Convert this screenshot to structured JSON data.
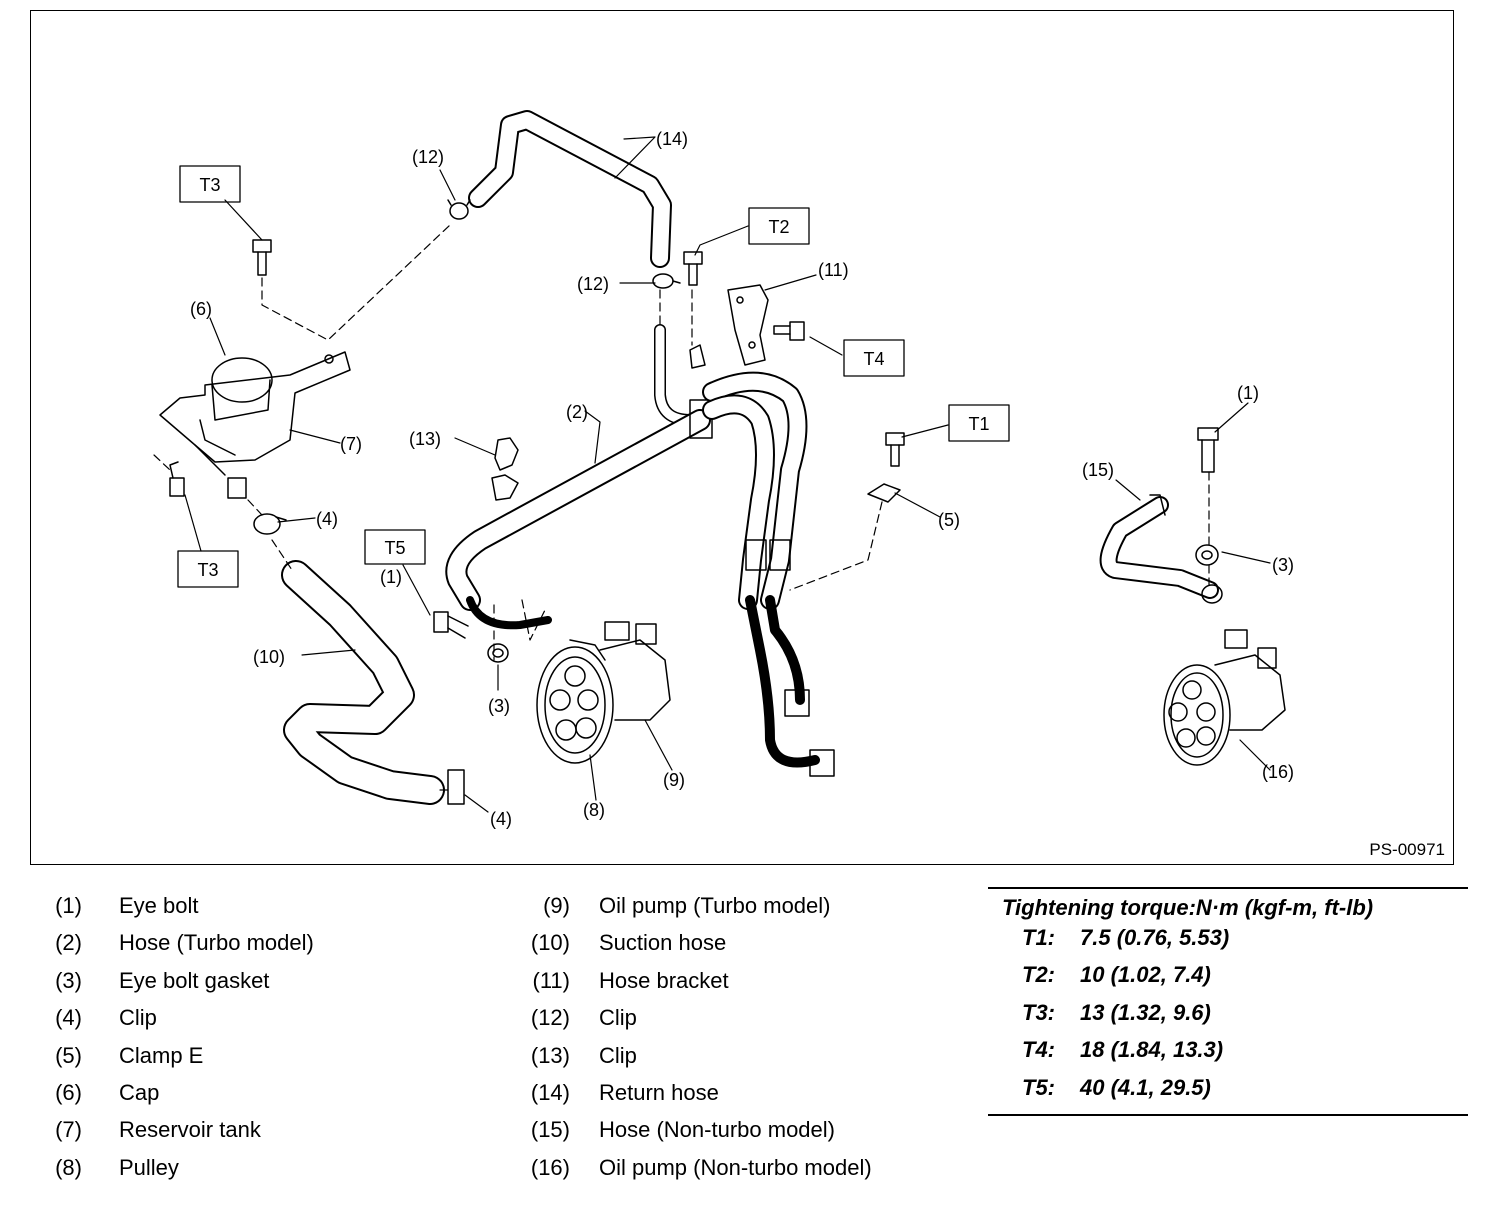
{
  "diagram": {
    "code": "PS-00971",
    "callouts": {
      "c1a": "(1)",
      "c1b": "(1)",
      "c2": "(2)",
      "c3a": "(3)",
      "c3b": "(3)",
      "c4a": "(4)",
      "c4b": "(4)",
      "c5": "(5)",
      "c6": "(6)",
      "c7": "(7)",
      "c8": "(8)",
      "c9": "(9)",
      "c10": "(10)",
      "c11": "(11)",
      "c12a": "(12)",
      "c12b": "(12)",
      "c13": "(13)",
      "c14": "(14)",
      "c15": "(15)",
      "c16": "(16)"
    },
    "torque_tags": {
      "t1": "T1",
      "t2": "T2",
      "t3a": "T3",
      "t3b": "T3",
      "t4": "T4",
      "t5": "T5"
    }
  },
  "legend": {
    "left": [
      {
        "num": "(1)",
        "desc": "Eye bolt"
      },
      {
        "num": "(2)",
        "desc": "Hose (Turbo model)"
      },
      {
        "num": "(3)",
        "desc": "Eye bolt gasket"
      },
      {
        "num": "(4)",
        "desc": "Clip"
      },
      {
        "num": "(5)",
        "desc": "Clamp E"
      },
      {
        "num": "(6)",
        "desc": "Cap"
      },
      {
        "num": "(7)",
        "desc": "Reservoir tank"
      },
      {
        "num": "(8)",
        "desc": "Pulley"
      }
    ],
    "right": [
      {
        "num": "(9)",
        "desc": "Oil pump (Turbo model)"
      },
      {
        "num": "(10)",
        "desc": "Suction hose"
      },
      {
        "num": "(11)",
        "desc": "Hose bracket"
      },
      {
        "num": "(12)",
        "desc": "Clip"
      },
      {
        "num": "(13)",
        "desc": "Clip"
      },
      {
        "num": "(14)",
        "desc": "Return hose"
      },
      {
        "num": "(15)",
        "desc": "Hose (Non-turbo model)"
      },
      {
        "num": "(16)",
        "desc": "Oil pump (Non-turbo model)"
      }
    ]
  },
  "torque": {
    "title": "Tightening torque:N·m (kgf-m, ft-lb)",
    "rows": [
      {
        "id": "T1:",
        "value": "7.5 (0.76, 5.53)"
      },
      {
        "id": "T2:",
        "value": "10 (1.02, 7.4)"
      },
      {
        "id": "T3:",
        "value": "13 (1.32, 9.6)"
      },
      {
        "id": "T4:",
        "value": "18 (1.84, 13.3)"
      },
      {
        "id": "T5:",
        "value": "40 (4.1, 29.5)"
      }
    ]
  }
}
